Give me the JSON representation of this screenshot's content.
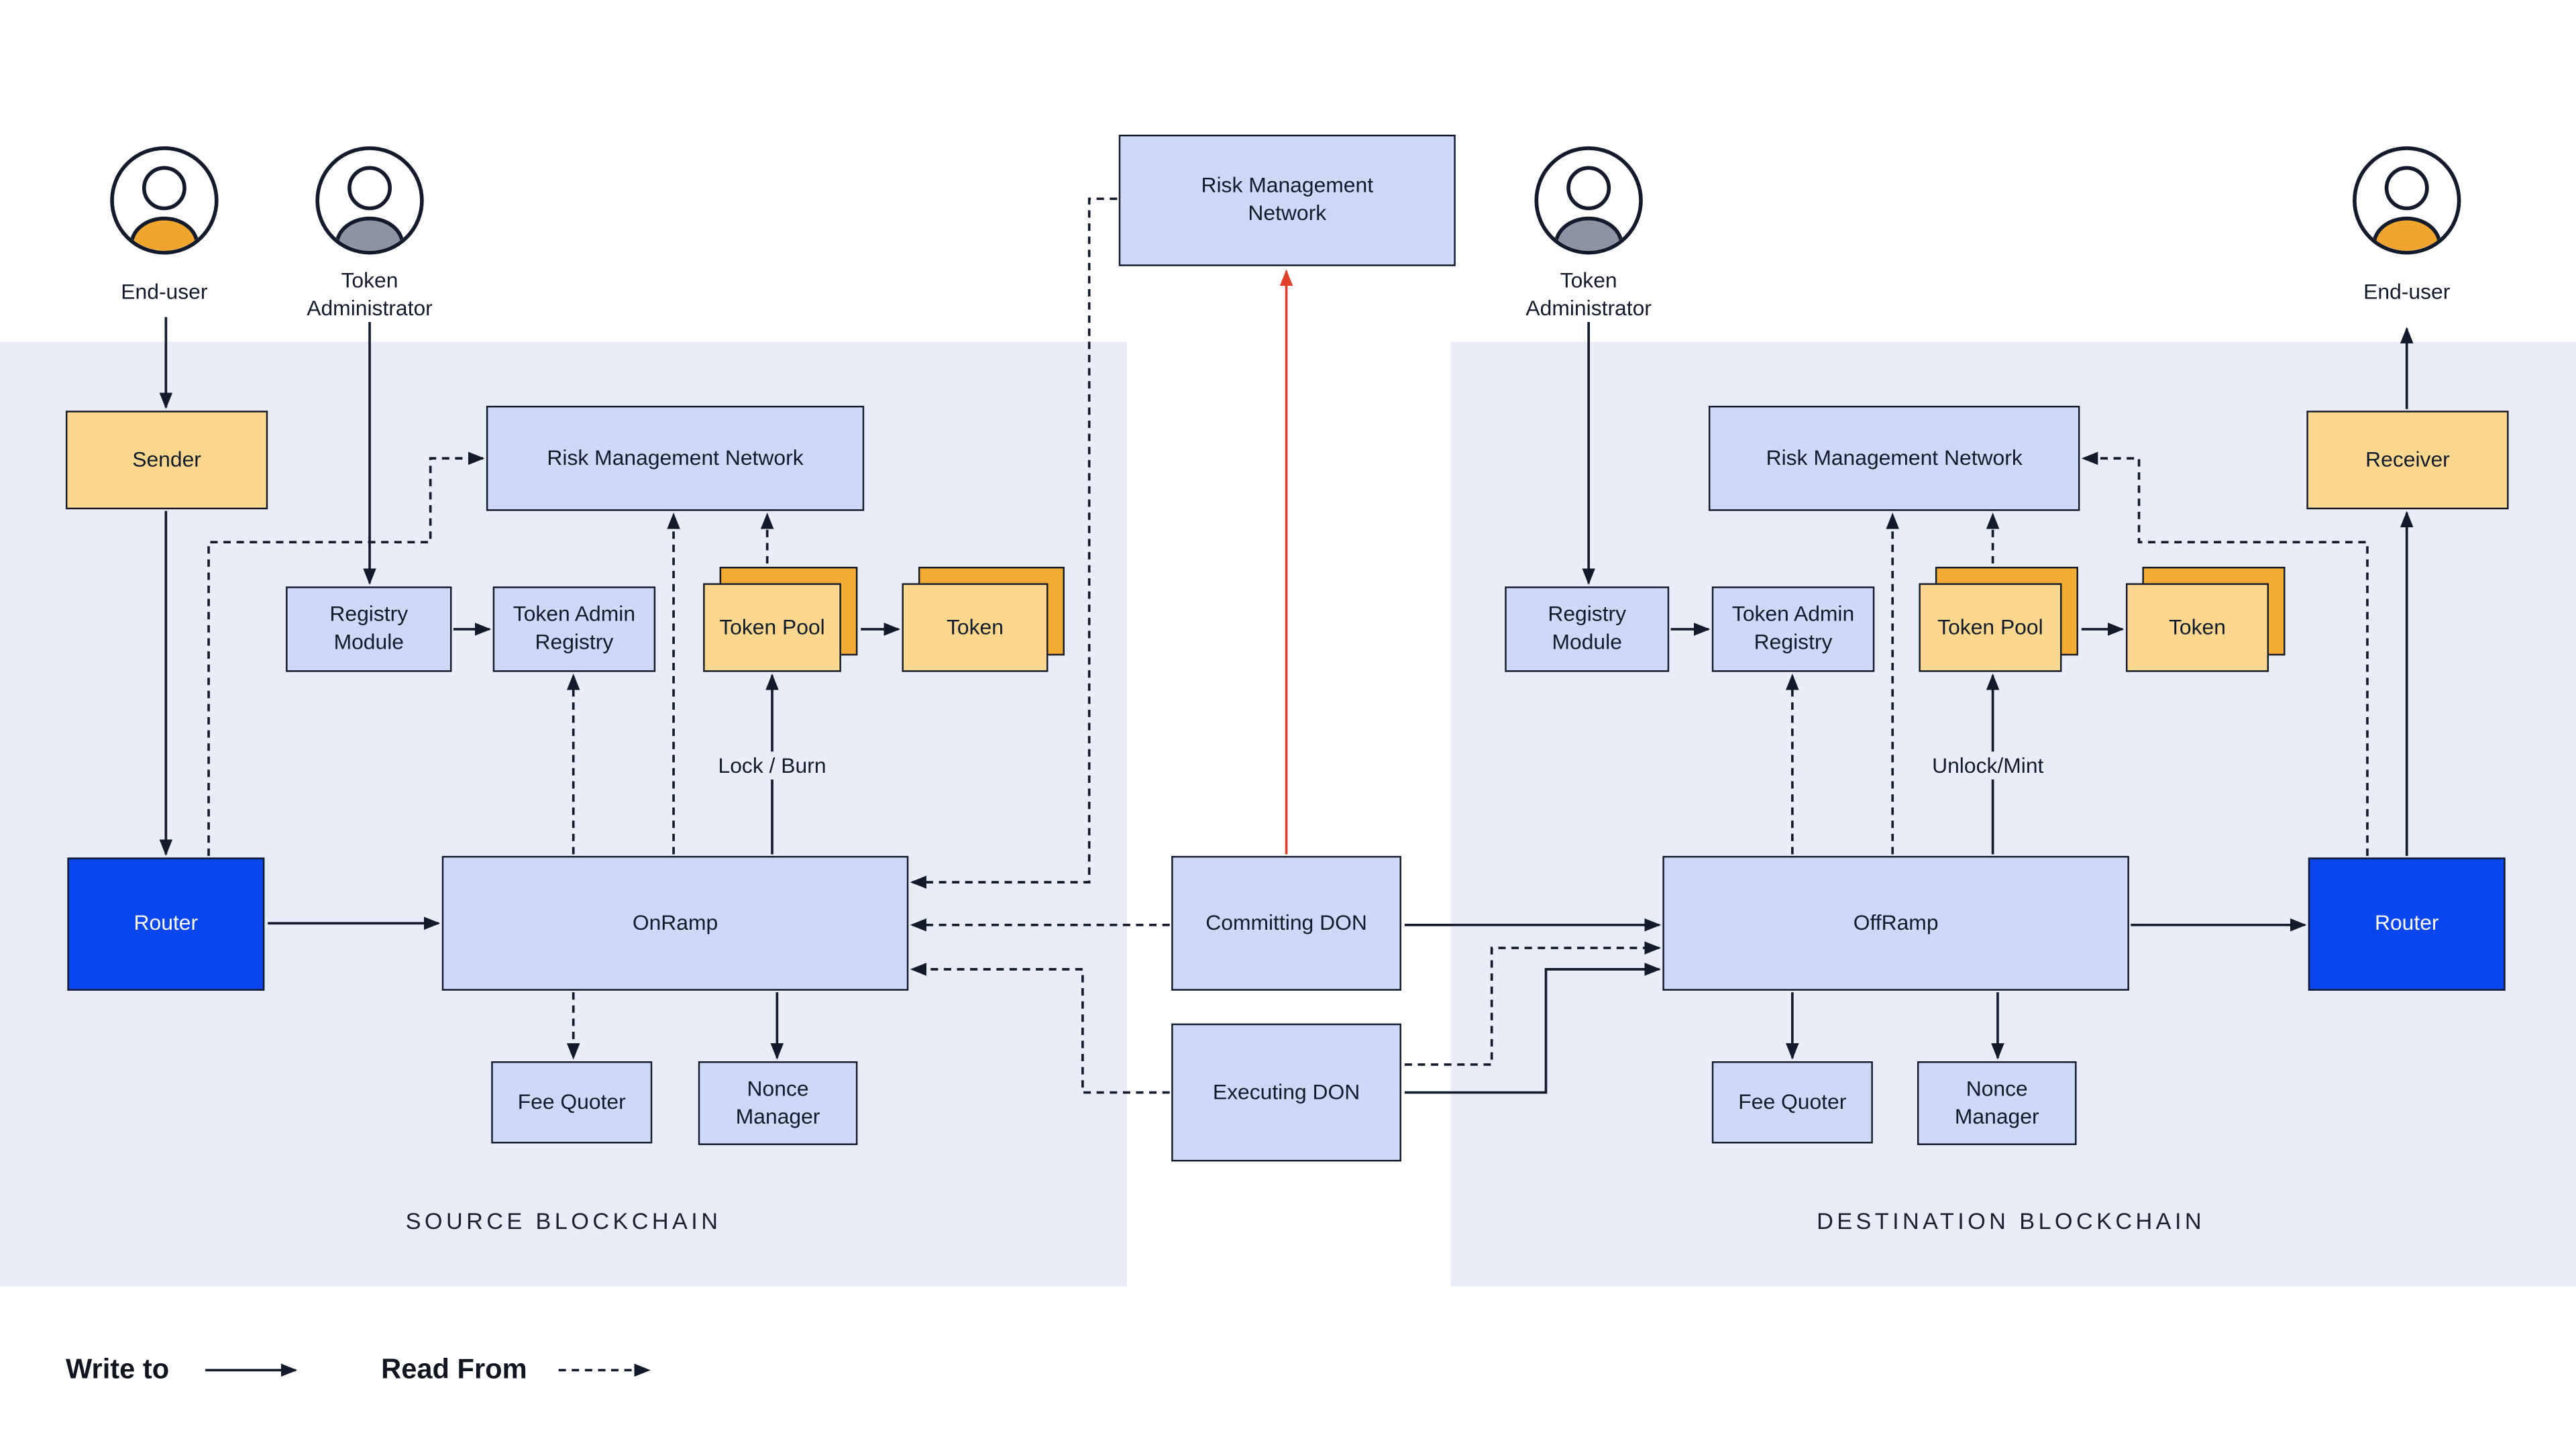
{
  "colors": {
    "panel_bg": "#e9edf8",
    "box_blue": "#cdd9f7",
    "box_yellow": "#fbd88d",
    "stack_back_orange": "#f3ac33",
    "router_blue": "#0a46ef",
    "wire": "#131a2b",
    "rmn_alert_red": "#e2402b",
    "end_user_avatar": "#f0a62e",
    "token_admin_avatar": "#8d93a3"
  },
  "center": {
    "risk_management_network": "Risk Management Network",
    "committing_don": "Committing DON",
    "executing_don": "Executing DON"
  },
  "source": {
    "section_label": "SOURCE BLOCKCHAIN",
    "end_user": "End-user",
    "token_administrator": "Token Administrator",
    "sender": "Sender",
    "risk_management_network": "Risk Management Network",
    "registry_module": "Registry Module",
    "token_admin_registry": "Token Admin Registry",
    "token_pool": "Token Pool",
    "token": "Token",
    "lock_burn": "Lock / Burn",
    "router": "Router",
    "onramp": "OnRamp",
    "fee_quoter": "Fee Quoter",
    "nonce_manager": "Nonce Manager"
  },
  "destination": {
    "section_label": "DESTINATION BLOCKCHAIN",
    "end_user": "End-user",
    "token_administrator": "Token Administrator",
    "receiver": "Receiver",
    "risk_management_network": "Risk Management Network",
    "registry_module": "Registry Module",
    "token_admin_registry": "Token Admin Registry",
    "token_pool": "Token Pool",
    "token": "Token",
    "unlock_mint": "Unlock/Mint",
    "router": "Router",
    "offramp": "OffRamp",
    "fee_quoter": "Fee Quoter",
    "nonce_manager": "Nonce Manager"
  },
  "legend": {
    "write_to": "Write to",
    "read_from": "Read From"
  }
}
